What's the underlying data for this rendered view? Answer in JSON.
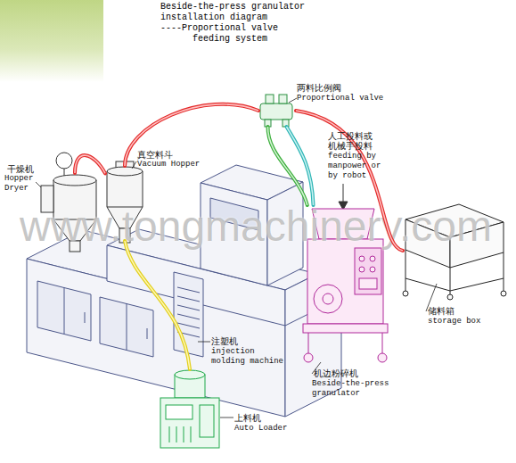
{
  "diagram": {
    "title": "Beside-the-press granulator installation diagram ----Proportional valve feeding system",
    "nodes": [
      {
        "text": [
          "两料比例阀",
          "Proportional valve"
        ]
      },
      {
        "text": [
          "真空料斗",
          "Vacuum Hopper"
        ]
      },
      {
        "text": [
          "干燥机",
          "Hopper Dryer"
        ]
      },
      {
        "text": [
          "储料箱",
          "storage box"
        ]
      },
      {
        "text": [
          "注塑机",
          "injection molding machine"
        ]
      },
      {
        "text": [
          "机边粉碎机",
          "Beside-the-press granulator"
        ]
      },
      {
        "text": [
          "上料机",
          "Auto Loader"
        ]
      }
    ],
    "edges": [
      {
        "from": 3,
        "to": 0,
        "arrow": "none"
      },
      {
        "from": 0,
        "to": 1,
        "arrow": "none"
      },
      {
        "from": 2,
        "to": 1,
        "arrow": "none"
      },
      {
        "from": 5,
        "to": 0,
        "arrow": "none"
      },
      {
        "from": 5,
        "to": 0,
        "arrow": "none"
      },
      {
        "from": 6,
        "to": 1,
        "arrow": "none"
      }
    ],
    "labels": [
      "人工投料或机械手投料",
      "feeding by manpower or by robot",
      "www.tongmachinery.com"
    ]
  }
}
